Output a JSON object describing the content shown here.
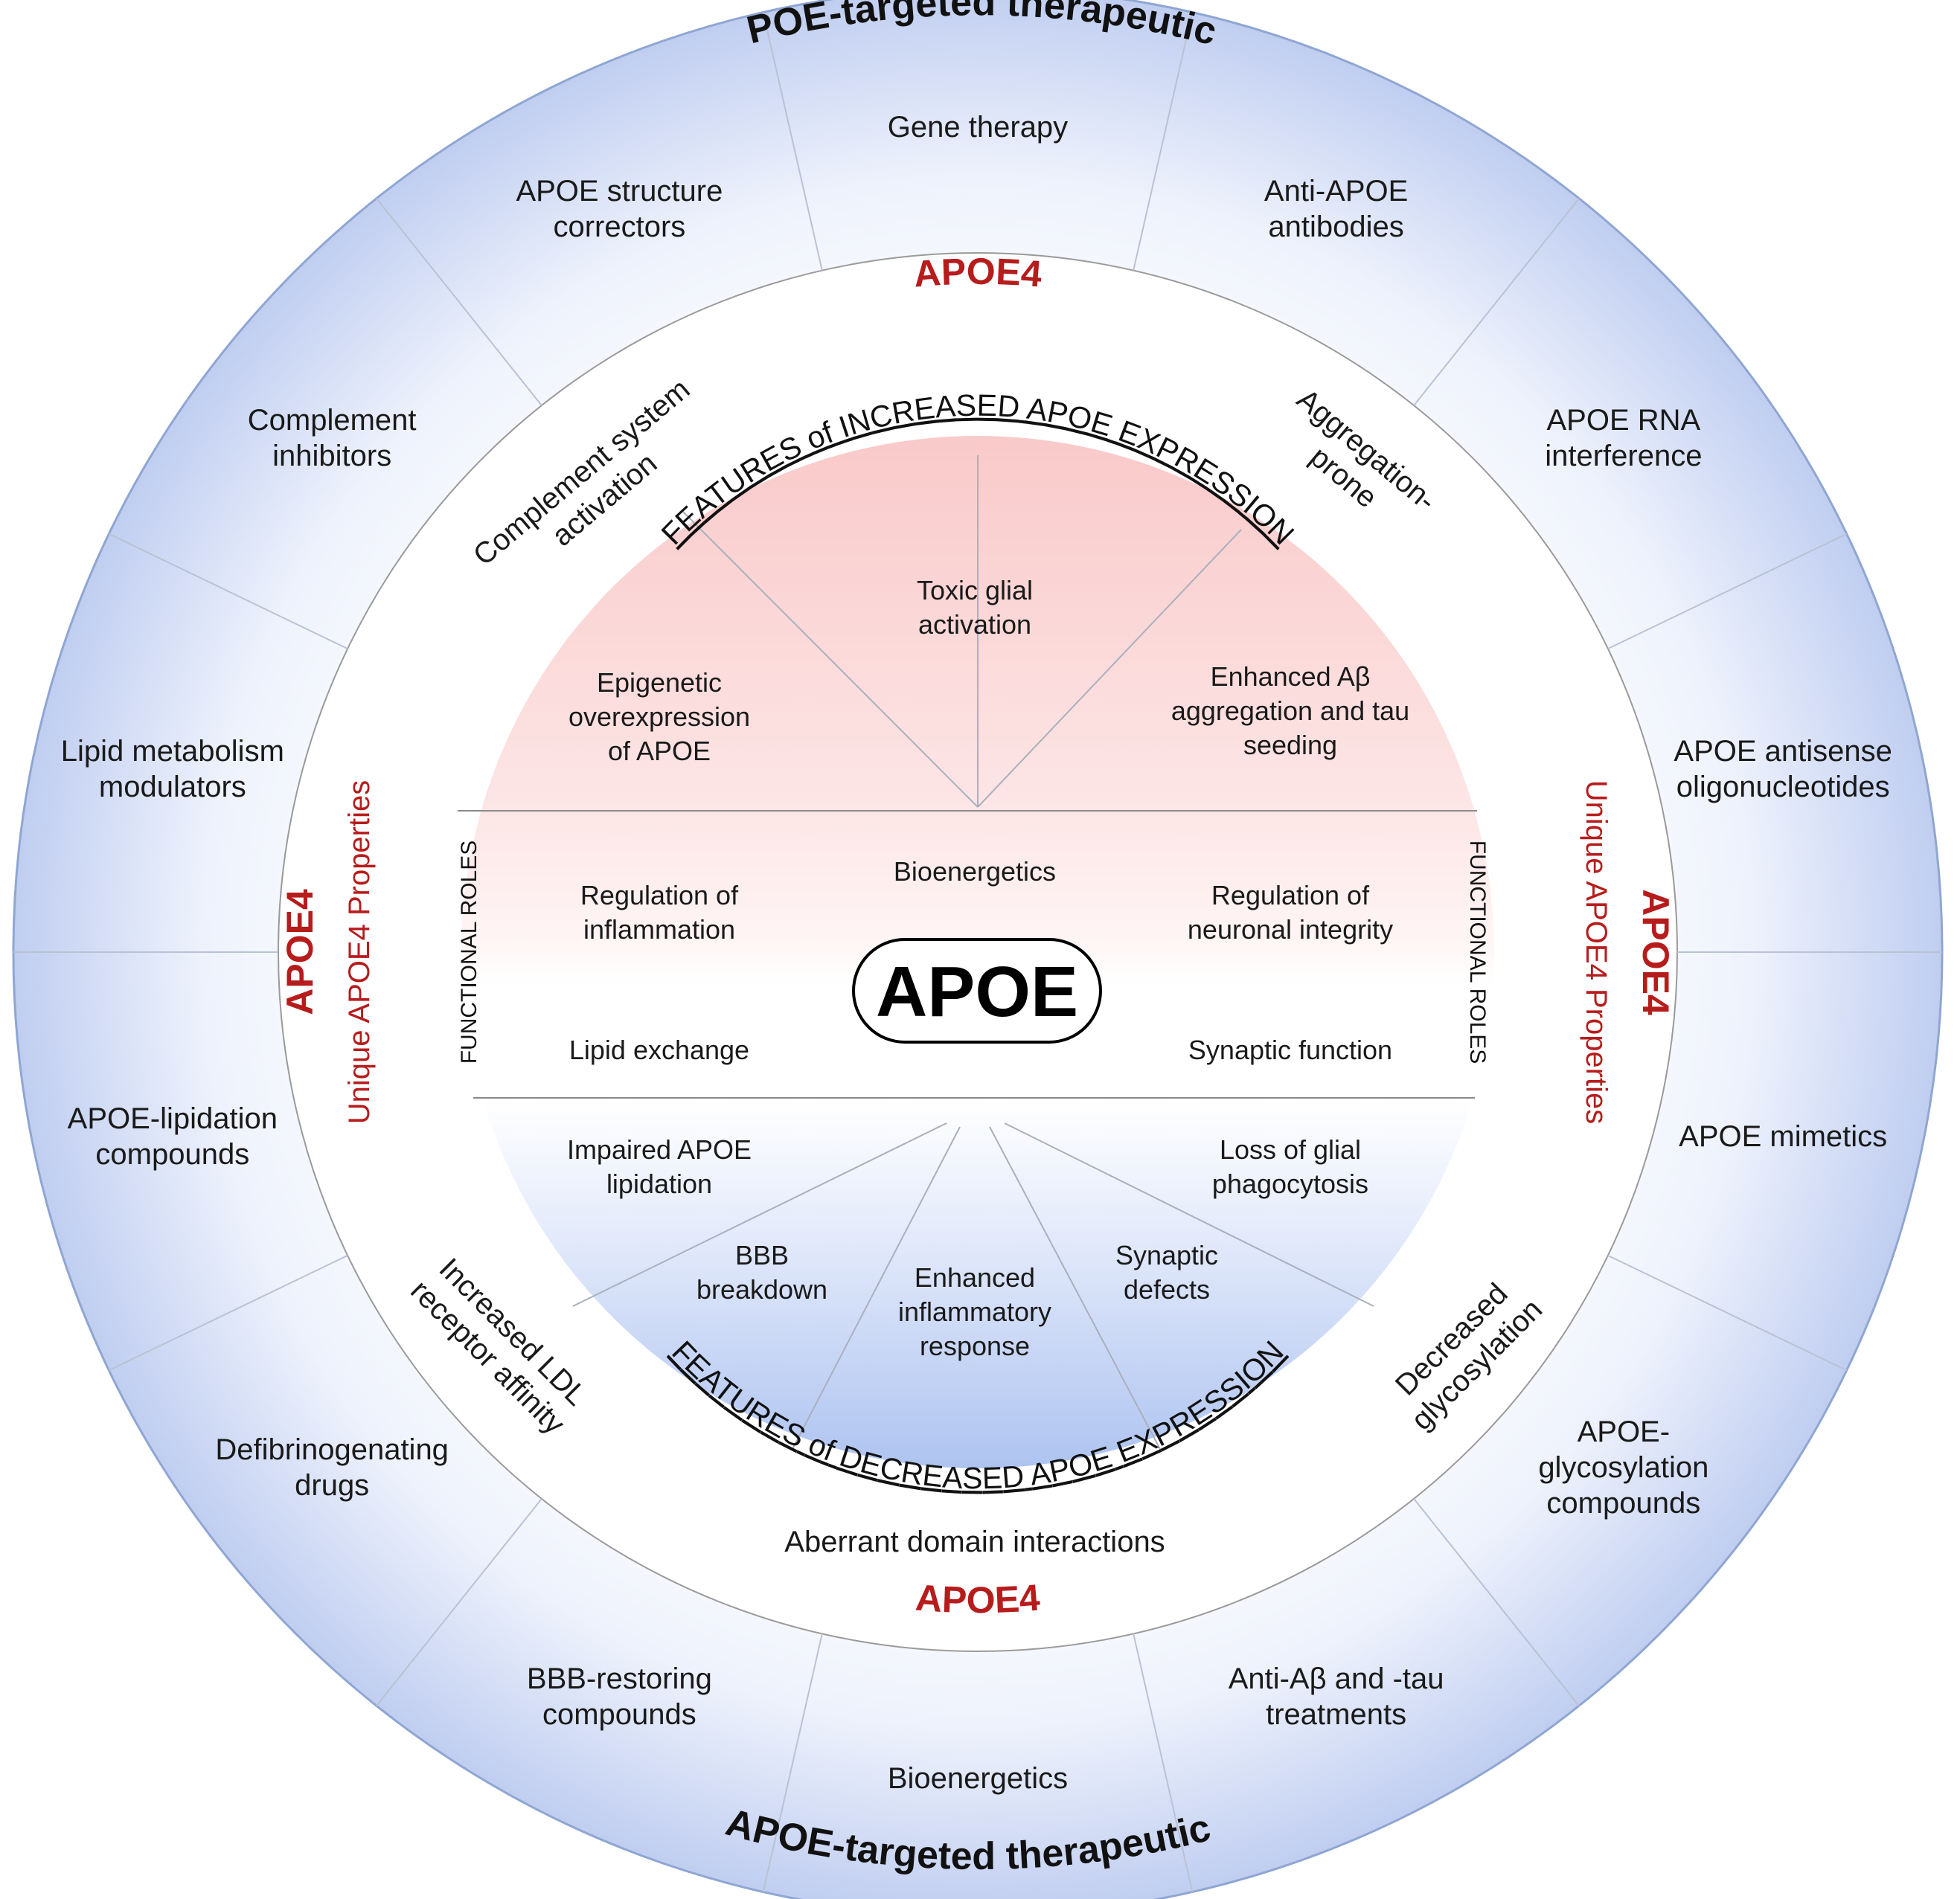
{
  "center": {
    "label": "APOE"
  },
  "therapeutics": {
    "title_top": "APOE-targeted therapeutics",
    "title_bottom": "APOE-targeted therapeutics",
    "items": [
      [
        "Gene therapy"
      ],
      [
        "Anti-APOE",
        "antibodies"
      ],
      [
        "APOE RNA",
        "interference"
      ],
      [
        "APOE antisense",
        "oligonucleotides"
      ],
      [
        "APOE mimetics"
      ],
      [
        "APOE-",
        "glycosylation",
        "compounds"
      ],
      [
        "Anti-Aβ and -tau",
        "treatments"
      ],
      [
        "Bioenergetics"
      ],
      [
        "BBB-restoring",
        "compounds"
      ],
      [
        "Defibrinogenating",
        "drugs"
      ],
      [
        "APOE-lipidation",
        "compounds"
      ],
      [
        "Lipid metabolism",
        "modulators"
      ],
      [
        "Complement",
        "inhibitors"
      ],
      [
        "APOE structure",
        "correctors"
      ]
    ]
  },
  "apoe4_ring": {
    "apoe4_label": "APOE4",
    "unique_label": "Unique APOE4 Properties",
    "complement": [
      "Complement system",
      "activation"
    ],
    "aggregation": [
      "Aggregation-",
      "prone"
    ],
    "ldl": [
      "Increased LDL",
      "receptor affinity"
    ],
    "glyco": [
      "Decreased",
      "glycosylation"
    ],
    "domain": "Aberrant domain interactions"
  },
  "increased": {
    "title": "FEATURES of INCREASED APOE EXPRESSION",
    "epigenetic": [
      "Epigenetic",
      "overexpression",
      "of APOE"
    ],
    "toxic": [
      "Toxic glial",
      "activation"
    ],
    "enhanced": [
      "Enhanced Aβ",
      "aggregation and tau",
      "seeding"
    ]
  },
  "functional": {
    "side_label": "FUNCTIONAL ROLES",
    "bioenergetics": "Bioenergetics",
    "inflammation": [
      "Regulation of",
      "inflammation"
    ],
    "neuronal": [
      "Regulation of",
      "neuronal integrity"
    ],
    "lipid": "Lipid exchange",
    "synaptic": "Synaptic function"
  },
  "decreased": {
    "title": "FEATURES of DECREASED APOE EXPRESSION",
    "lipidation": [
      "Impaired APOE",
      "lipidation"
    ],
    "phagocytosis": [
      "Loss of glial",
      "phagocytosis"
    ],
    "bbb": [
      "BBB",
      "breakdown"
    ],
    "inflammatory": [
      "Enhanced",
      "inflammatory",
      "response"
    ],
    "synaptic": [
      "Synaptic",
      "defects"
    ]
  },
  "colors": {
    "outer_ring_edge": "#bfcdf0",
    "outer_ring_border": "#8fa6d3",
    "increased_fill": "#f9c8c8",
    "decreased_fill": "#a9c0ef",
    "apoe4_red": "#b71c1c"
  }
}
